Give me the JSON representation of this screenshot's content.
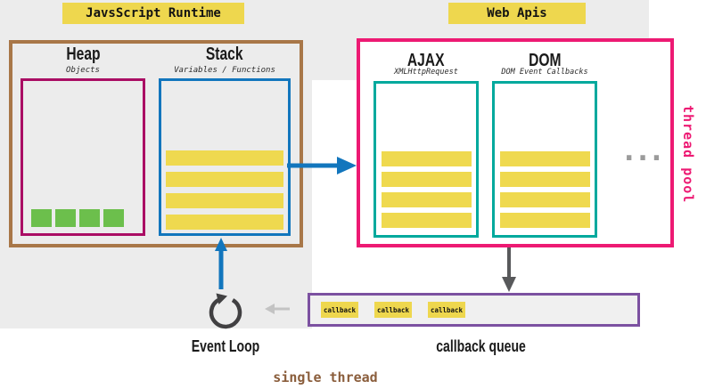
{
  "banners": {
    "runtime": "JavsScript Runtime",
    "web_apis": "Web Apis"
  },
  "runtime": {
    "heap": {
      "title": "Heap",
      "subtitle": "Objects",
      "object_count": 4
    },
    "stack": {
      "title": "Stack",
      "subtitle": "Variables / Functions",
      "frame_count": 4
    }
  },
  "web_apis": {
    "ajax": {
      "title": "AJAX",
      "subtitle": "XMLHttpRequest",
      "task_count": 4
    },
    "dom": {
      "title": "DOM",
      "subtitle": "DOM Event Callbacks",
      "task_count": 4
    },
    "more_indicator": "...",
    "side_label": "thread pool"
  },
  "event_loop": {
    "label": "Event Loop"
  },
  "callback_queue": {
    "label": "callback queue",
    "items": [
      "callback",
      "callback",
      "callback"
    ]
  },
  "footer": {
    "single_thread": "single thread"
  },
  "colors": {
    "banner_yellow": "#eed74e",
    "bar_yellow": "#efd94f",
    "runtime_brown": "#a87748",
    "heap_magenta": "#aa0d64",
    "stack_blue": "#1276bd",
    "webapis_pink": "#ed1a73",
    "api_teal": "#00a99d",
    "queue_purple": "#7c51a1",
    "heap_green": "#6cbf4c",
    "panel_gray": "#ececec",
    "arrow_dark_gray": "#58595b",
    "arrow_light_gray": "#c3c3c3",
    "single_thread_brown": "#8a5d3b"
  }
}
